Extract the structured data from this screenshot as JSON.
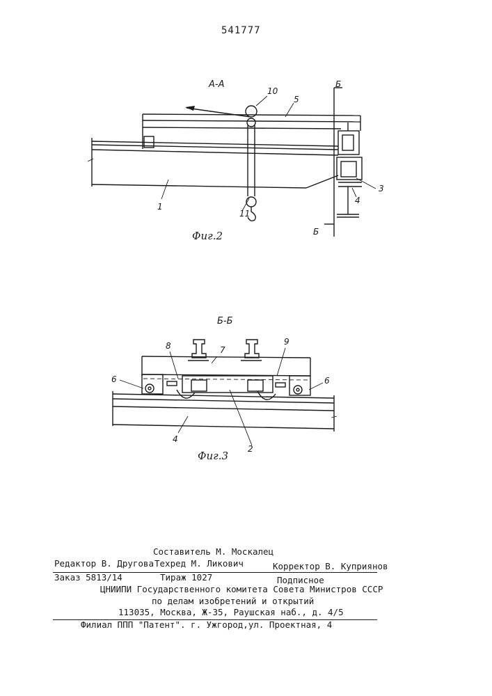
{
  "header": {
    "patent_number": "541777"
  },
  "figure2": {
    "section_label": "А-А",
    "cut_label_top": "Б",
    "cut_label_bottom": "Б",
    "caption": "Фиг.2",
    "callouts": [
      "10",
      "5",
      "1",
      "11",
      "3",
      "4"
    ]
  },
  "figure3": {
    "section_label": "Б-Б",
    "caption": "Фиг.3",
    "callouts": [
      "8",
      "7",
      "9",
      "6",
      "6",
      "4",
      "2"
    ]
  },
  "imprint": {
    "compiler": "Составитель М. Москалец",
    "editor": "Редактор В. Другова",
    "tech_editor": "Техред М. Ликович",
    "corrector": "Корректор В. Куприянов",
    "order": "Заказ 5813/14",
    "circulation": "Тираж 1027",
    "subscription": "Подписное",
    "institute_line1": "ЦНИИПИ Государственного комитета Совета Министров СССР",
    "institute_line2": "по делам изобретений и открытий",
    "institute_address": "113035, Москва, Ж-35, Раушская наб., д. 4/5",
    "branch": "Филиал ППП \"Патент\". г. Ужгород,ул. Проектная, 4"
  }
}
